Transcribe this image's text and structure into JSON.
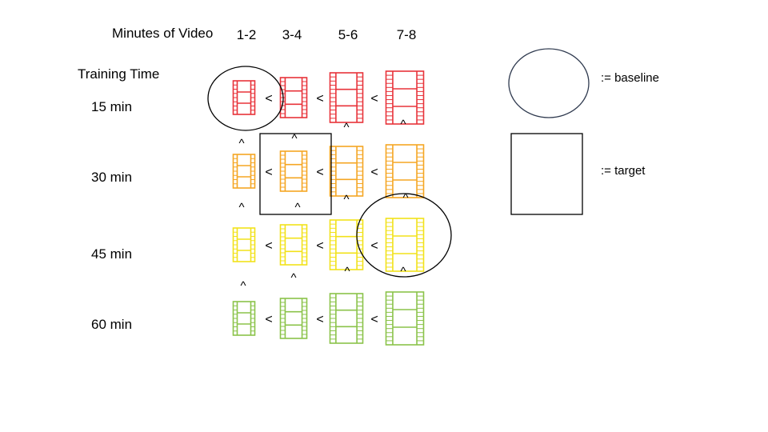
{
  "header": {
    "column_axis_title": "Minutes of Video",
    "row_axis_title": "Training Time"
  },
  "columns": [
    "1-2",
    "3-4",
    "5-6",
    "7-8"
  ],
  "rows": [
    {
      "label": "15 min",
      "color": "#e8333a"
    },
    {
      "label": "30 min",
      "color": "#f5a623"
    },
    {
      "label": "45 min",
      "color": "#f2e21a"
    },
    {
      "label": "60 min",
      "color": "#8bc34a"
    }
  ],
  "symbols": {
    "less_than": "<",
    "caret": "^"
  },
  "legend": [
    {
      "shape": "ellipse",
      "label": ":= baseline"
    },
    {
      "shape": "rectangle",
      "label": ":= target"
    }
  ],
  "highlights": [
    {
      "type": "baseline",
      "row": 0,
      "col": 0
    },
    {
      "type": "target",
      "row": 1,
      "col": 1
    },
    {
      "type": "baseline",
      "row": 2,
      "col": 3
    }
  ]
}
